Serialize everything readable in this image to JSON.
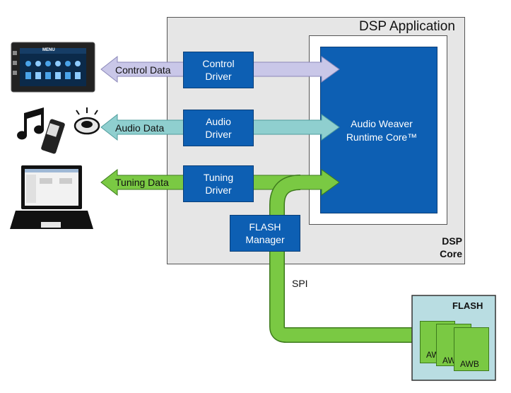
{
  "dsp_application": {
    "title": "DSP Application"
  },
  "dsp_core": {
    "line1": "DSP",
    "line2": "Core"
  },
  "runtime": {
    "line1": "Audio Weaver",
    "line2": "Runtime Core™"
  },
  "drivers": {
    "control": {
      "line1": "Control",
      "line2": "Driver"
    },
    "audio": {
      "line1": "Audio",
      "line2": "Driver"
    },
    "tuning": {
      "line1": "Tuning",
      "line2": "Driver"
    },
    "flash": {
      "line1": "FLASH",
      "line2": "Manager"
    }
  },
  "arrows": {
    "control_data": "Control Data",
    "audio_data": "Audio Data",
    "tuning_data": "Tuning Data",
    "spi": "SPI"
  },
  "flash_chip": {
    "title": "FLASH",
    "files": [
      "AWB",
      "AWB",
      "AWB"
    ]
  },
  "head_unit": {
    "menu": "MENU"
  },
  "colors": {
    "control_arrow": "#c9c7e8",
    "audio_arrow": "#8fcfcf",
    "tuning_arrow": "#7ac943",
    "driver_blue": "#0d5fb3",
    "dsp_gray": "#e6e6e6",
    "flash_box": "#b9dde2"
  }
}
